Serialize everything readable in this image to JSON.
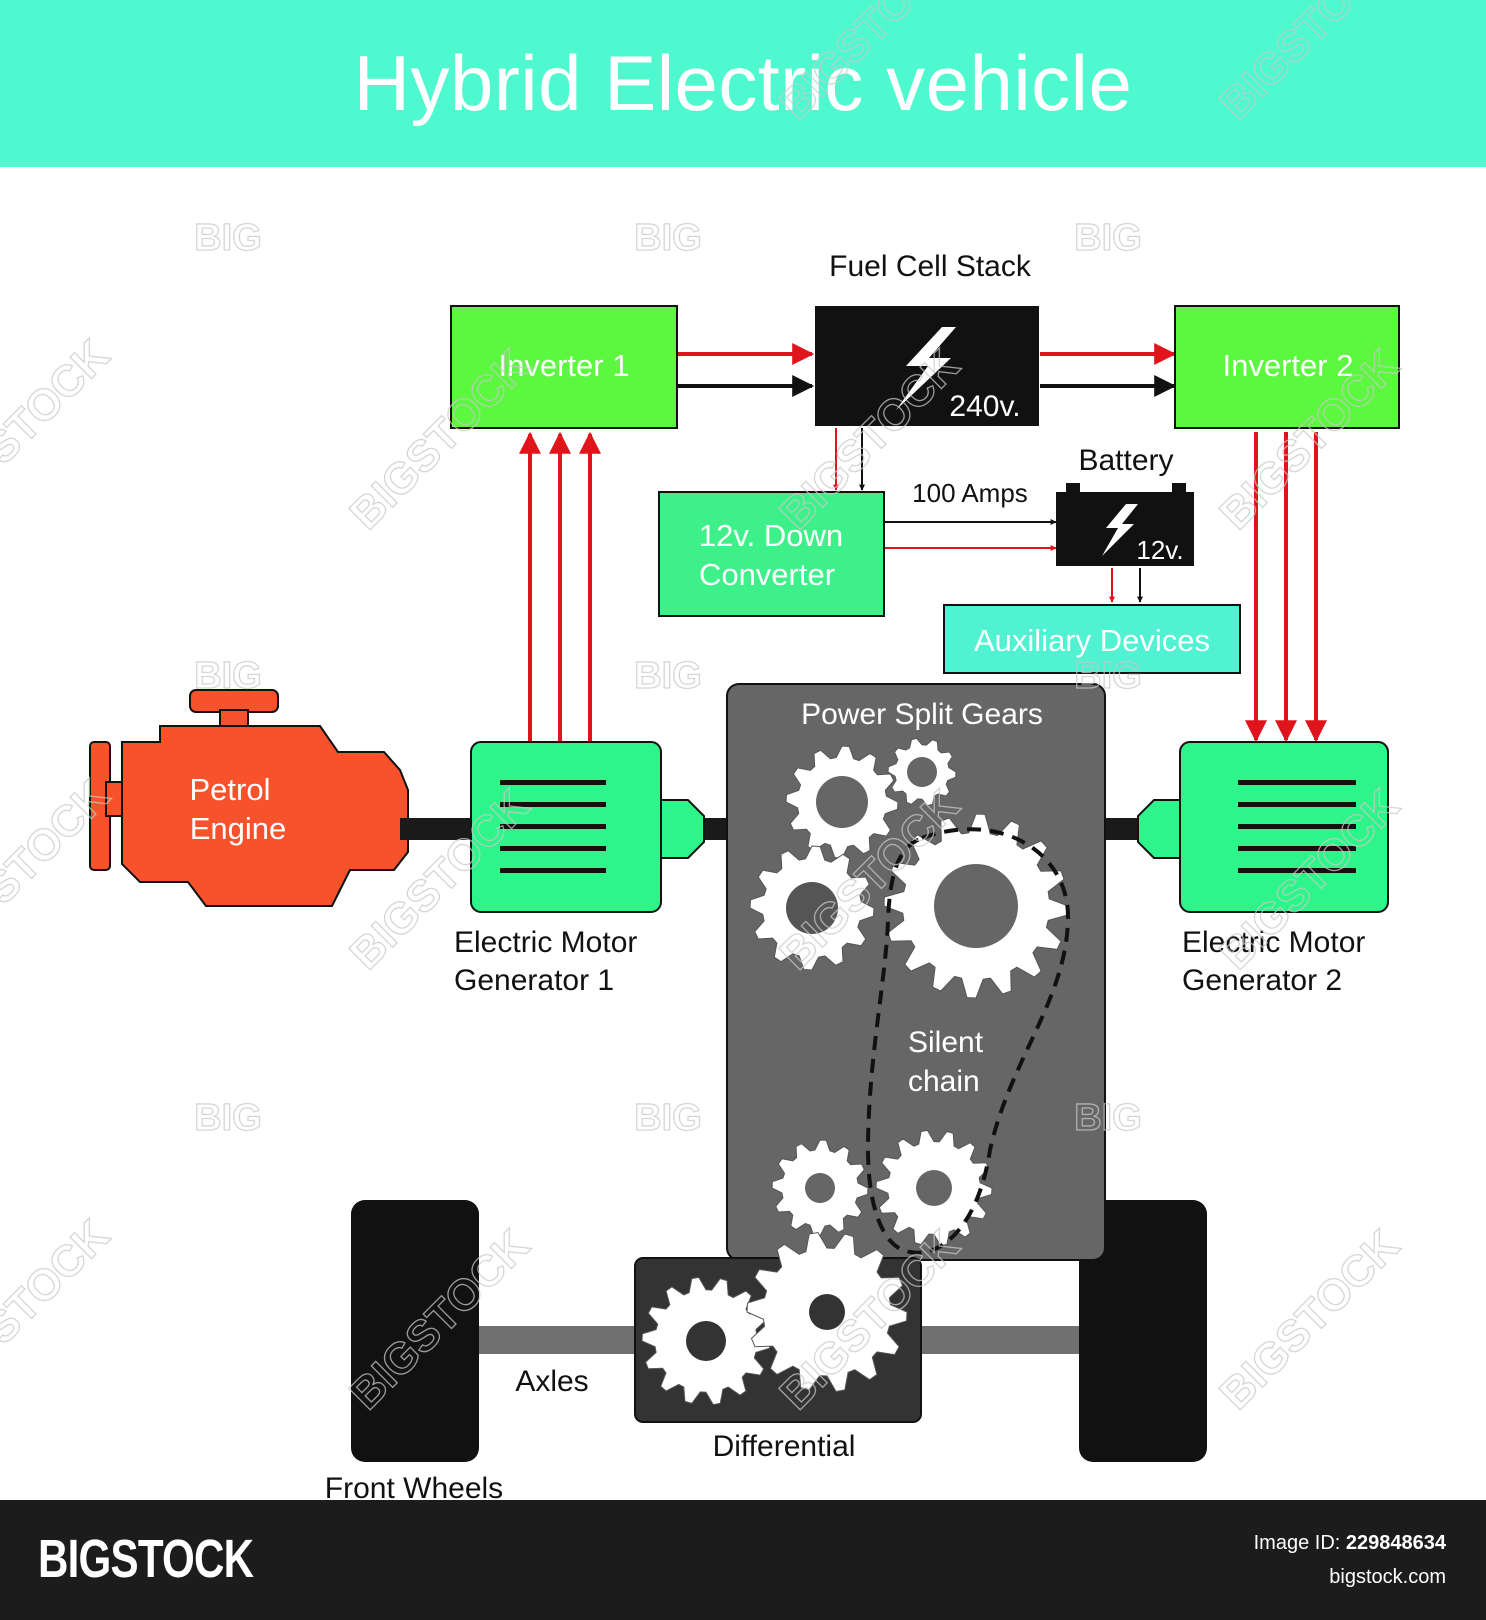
{
  "title": "Hybrid Electric vehicle",
  "components": {
    "inverter1": "Inverter 1",
    "inverter2": "Inverter 2",
    "fuel_cell_label": "Fuel Cell Stack",
    "fuel_cell_voltage": "240v.",
    "down_converter_line1": "12v. Down",
    "down_converter_line2": "Converter",
    "battery_label": "Battery",
    "battery_voltage": "12v.",
    "current_label": "100 Amps",
    "auxiliary": "Auxiliary Devices",
    "petrol_line1": "Petrol",
    "petrol_line2": "Engine",
    "emg1_line1": "Electric Motor",
    "emg1_line2": "Generator 1",
    "emg2_line1": "Electric Motor",
    "emg2_line2": "Generator 2",
    "power_split": "Power Split Gears",
    "silent_line1": "Silent",
    "silent_line2": "chain",
    "axles": "Axles",
    "differential": "Differential",
    "front_wheels": "Front Wheels"
  },
  "watermark": {
    "big": "BIG",
    "bigstock": "BIGSTOCK"
  },
  "footer": {
    "brand": "BIGSTOCK",
    "image_id_label": "Image ID:",
    "image_id": "229848634",
    "site": "bigstock.com"
  },
  "colors": {
    "banner": "#4ff9cf",
    "module_green": "#5cf73f",
    "motor_green": "#2ef58a",
    "aux_teal": "#50f2d2",
    "engine_red": "#f7522c",
    "gearbox_gray": "#666666",
    "arrow_red": "#e0151c",
    "footer_dark": "#1c1c1c"
  }
}
